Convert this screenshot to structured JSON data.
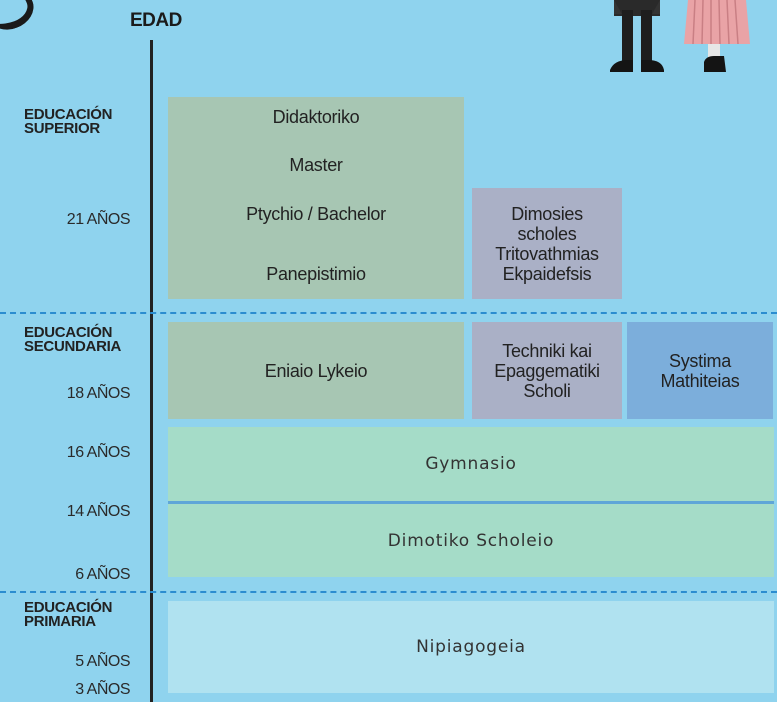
{
  "axis_title": "EDAD",
  "levels": {
    "superior": [
      "EDUCACIÓN",
      "SUPERIOR"
    ],
    "secundaria": [
      "EDUCACIÓN",
      "SECUNDARIA"
    ],
    "primaria": [
      "EDUCACIÓN",
      "PRIMARIA"
    ]
  },
  "ages": {
    "a21": "21 AÑOS",
    "a18": "18 AÑOS",
    "a16": "16 AÑOS",
    "a14": "14 AÑOS",
    "a6": "6 AÑOS",
    "a5": "5 AÑOS",
    "a3": "3 AÑOS"
  },
  "university": {
    "items": [
      "Didaktoriko",
      "Master",
      "Ptychio / Bachelor",
      "Panepistimio"
    ]
  },
  "public_schools": [
    "Dimosies",
    "scholes",
    "Tritovathmias",
    "Ekpaidefsis"
  ],
  "eniaio": "Eniaio Lykeio",
  "techniki": [
    "Techniki kai",
    "Epaggematiki",
    "Scholi"
  ],
  "systima": [
    "Systima",
    "Mathiteias"
  ],
  "gymnasio": "Gymnasio",
  "dimotiko": "Dimotiko Scholeio",
  "nipiagogeia": "Nipiagogeia",
  "colors": {
    "background": "#8fd3ee",
    "university": "#a7c6b3",
    "purple": "#aab0c6",
    "blue": "#7caedb",
    "teal": "#a5dcc8",
    "lightblue": "#b0e2f0",
    "divider": "#2b8dd0"
  }
}
